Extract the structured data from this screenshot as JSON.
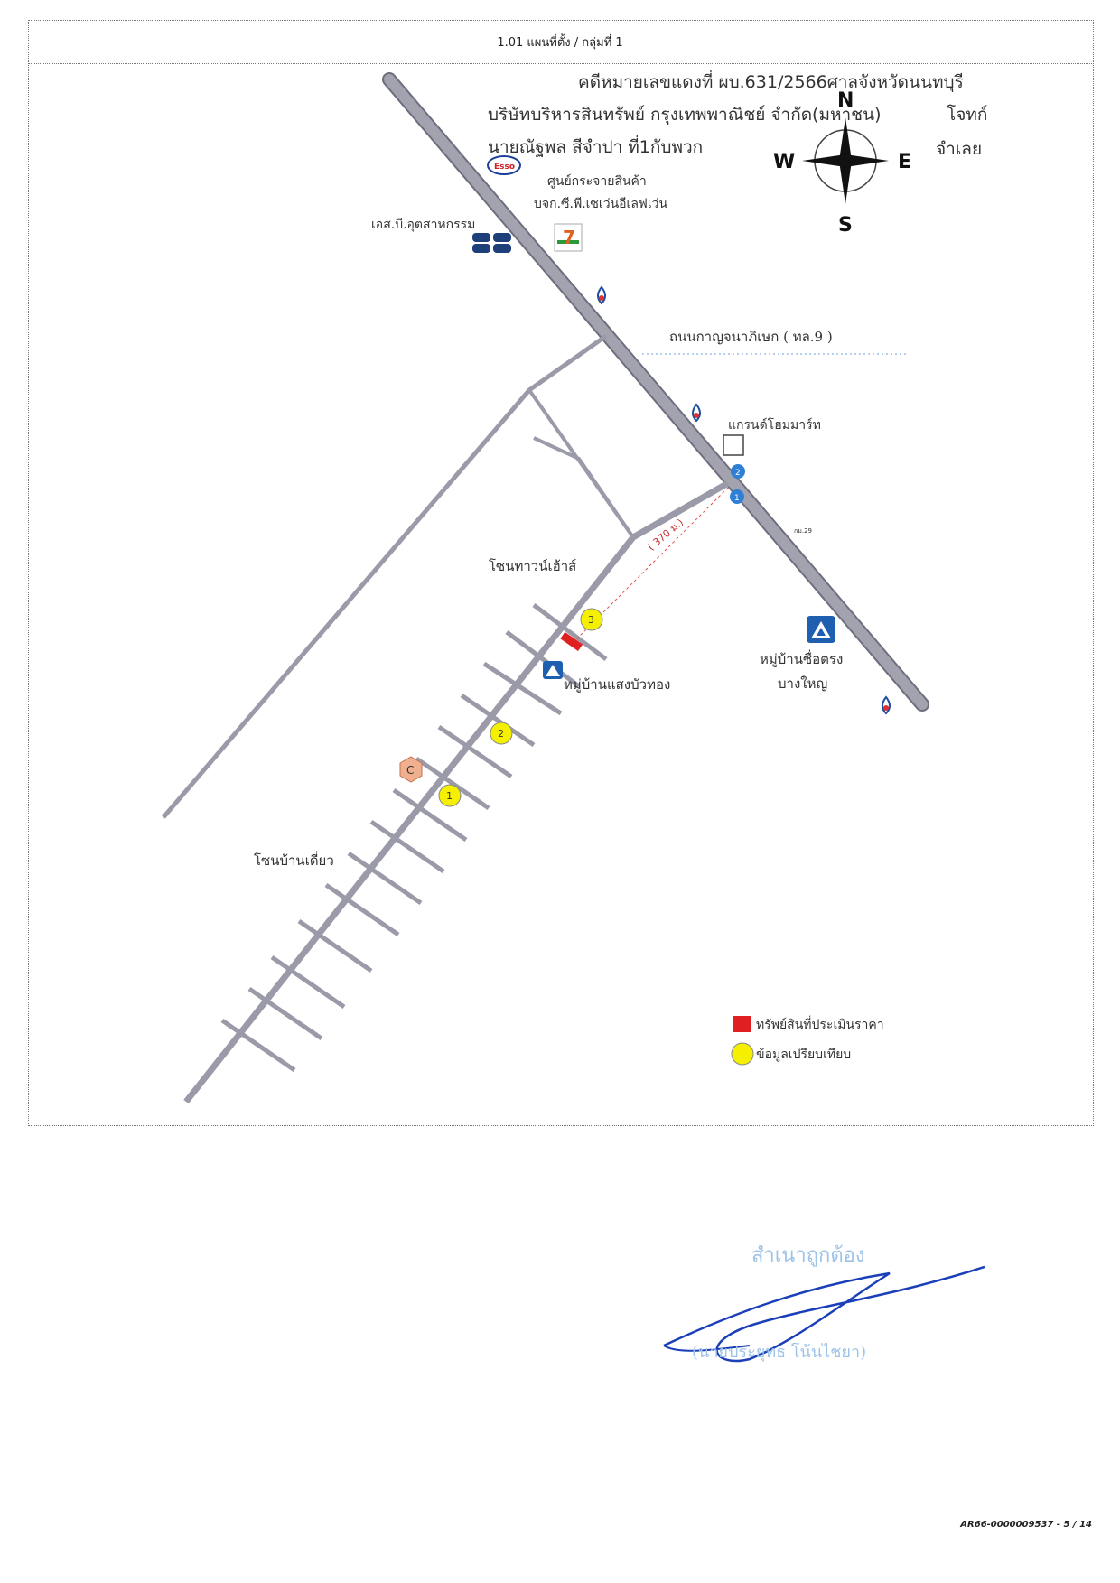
{
  "header": {
    "title": "1.01 แผนที่ตั้ง / กลุ่มที่ 1"
  },
  "case": {
    "line1": "คดีหมายเลขแดงที่ ผบ.631/2566ศาลจังหวัดนนทบุรี",
    "line2": "บริษัทบริหารสินทรัพย์ กรุงเทพพาณิชย์ จำกัด(มหาชน)",
    "plaintiff": "โจทก์",
    "line3": "นายณัฐพล สีจำปา ที่1กับพวก",
    "defendant": "จำเลย"
  },
  "compass": {
    "north": "N",
    "south": "S",
    "east": "E",
    "west": "W"
  },
  "map_labels": {
    "kanchanaphisek": "ถนนกาญจนาภิเษก ( ทล.9 )",
    "distribution_center": "ศูนย์กระจายสินค้า",
    "cp_seven": "บจก.ซี.พี.เซเว่นอีเลฟเว่น",
    "sb_industry": "เอส.บี.อุตสาหกรรม",
    "grand_home_mart": "แกรนด์โฮมมาร์ท",
    "distance": "( 370 ม.)",
    "zone_townhouse": "โซนทาวน์เฮ้าส์",
    "village_saengbuathong": "หมู่บ้านแสงบัวทอง",
    "village_suetrong": "หมู่บ้านซื่อตรง",
    "bang_yai": "บางใหญ่",
    "zone_detached": "โซนบ้านเดี่ยว",
    "esso": "Esso",
    "seven": "7",
    "km_marker": "กม.29",
    "hex_c": "C"
  },
  "markers": {
    "yellow": [
      "1",
      "2",
      "3"
    ],
    "blue": [
      "1",
      "2"
    ]
  },
  "legend": {
    "items": [
      {
        "label": "ทรัพย์สินที่ประเมินราคา",
        "color": "#e02020"
      },
      {
        "label": "ข้อมูลเปรียบเทียบ",
        "color": "#f5f000"
      }
    ]
  },
  "stamp": {
    "certified": "สำเนาถูกต้อง",
    "name": "(นายประยุทธ โน้นไชยา)"
  },
  "footer": {
    "ref": "AR66-0000009537 - 5 / 14"
  },
  "colors": {
    "road": "#9a9aa8",
    "road_dark": "#6e6e7e",
    "blue_marker": "#2e7fd6",
    "yellow_marker": "#f5f000",
    "property": "#e02020",
    "signature": "#1a3fb8"
  }
}
